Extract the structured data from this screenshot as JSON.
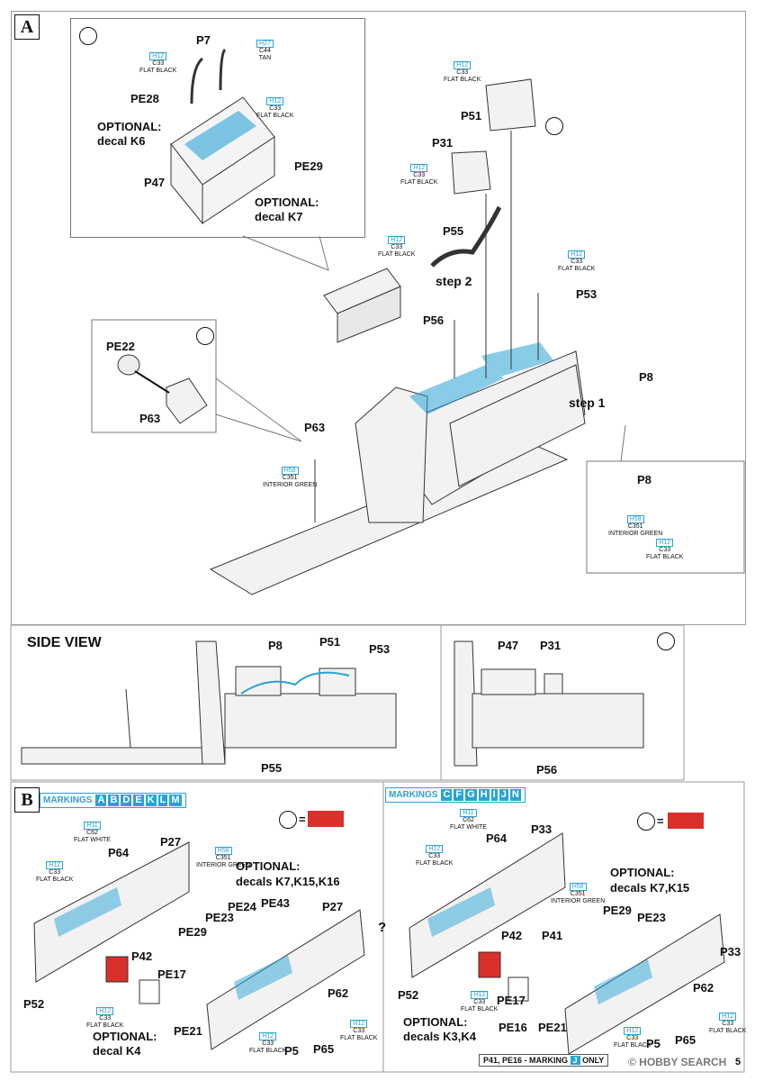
{
  "section_a": {
    "badge": "A",
    "inset": {
      "p7": "P7",
      "pe28": "PE28",
      "optional_k6": [
        "OPTIONAL:",
        "decal K6"
      ],
      "p47": "P47",
      "pe29": "PE29",
      "optional_k7": [
        "OPTIONAL:",
        "decal K7"
      ],
      "paint_h12_a": {
        "code": "H12",
        "c": "C33",
        "name": "FLAT BLACK"
      },
      "paint_h27": {
        "code": "H27",
        "c": "C44",
        "name": "TAN"
      },
      "paint_h12_b": {
        "code": "H12",
        "c": "C33",
        "name": "FLAT BLACK"
      }
    },
    "labels": {
      "p51": "P51",
      "p31": "P31",
      "p55": "P55",
      "step2": "step 2",
      "p53": "P53",
      "p56": "P56",
      "pe22": "PE22",
      "p63_inset": "P63",
      "p8_top": "P8",
      "step1": "step 1",
      "p63": "P63",
      "p8_inset": "P8"
    },
    "paints": {
      "p51": {
        "code": "H12",
        "c": "C33",
        "name": "FLAT BLACK"
      },
      "p31": {
        "code": "H12",
        "c": "C33",
        "name": "FLAT BLACK"
      },
      "p55": {
        "code": "H12",
        "c": "C33",
        "name": "FLAT BLACK"
      },
      "p53": {
        "code": "H12",
        "c": "C33",
        "name": "FLAT BLACK"
      },
      "p63": {
        "code": "H58",
        "c": "C351",
        "name": "INTERIOR GREEN"
      },
      "p8_green": {
        "code": "H58",
        "c": "C351",
        "name": "INTERIOR GREEN"
      },
      "p8_black": {
        "code": "H12",
        "c": "C33",
        "name": "FLAT BLACK"
      }
    }
  },
  "side_view": {
    "title": "SIDE VIEW",
    "left": {
      "p8": "P8",
      "p51": "P51",
      "p53": "P53",
      "p55": "P55"
    },
    "right": {
      "p47": "P47",
      "p31": "P31",
      "p56": "P56"
    }
  },
  "section_b": {
    "badge": "B",
    "left": {
      "markings_label": "MARKINGS",
      "markings": [
        "A",
        "B",
        "D",
        "E",
        "K",
        "L",
        "M"
      ],
      "p64": "P64",
      "p27_a": "P27",
      "p27_b": "P27",
      "optional": [
        "OPTIONAL:",
        "decals K7,K15,K16"
      ],
      "pe23": "PE23",
      "pe24": "PE24",
      "pe43": "PE43",
      "pe29": "PE29",
      "p42": "P42",
      "pe17": "PE17",
      "p52": "P52",
      "p62": "P62",
      "pe21": "PE21",
      "p5": "P5",
      "p65": "P65",
      "optional_k4": [
        "OPTIONAL:",
        "decal K4"
      ],
      "paint_h11": {
        "code": "H11",
        "c": "C62",
        "name": "FLAT WHITE"
      },
      "paint_h12_a": {
        "code": "H12",
        "c": "C33",
        "name": "FLAT BLACK"
      },
      "paint_h58": {
        "code": "H58",
        "c": "C351",
        "name": "INTERIOR GREEN"
      },
      "paint_h12_b": {
        "code": "H12",
        "c": "C33",
        "name": "FLAT BLACK"
      },
      "paint_h12_c": {
        "code": "H12",
        "c": "C33",
        "name": "FLAT BLACK"
      },
      "paint_h12_d": {
        "code": "H12",
        "c": "C33",
        "name": "FLAT BLACK"
      },
      "equals": "="
    },
    "right": {
      "markings_label": "MARKINGS",
      "markings": [
        "C",
        "F",
        "G",
        "H",
        "I",
        "J",
        "N"
      ],
      "p64": "P64",
      "p33_a": "P33",
      "p33_b": "P33",
      "optional": [
        "OPTIONAL:",
        "decals K7,K15"
      ],
      "pe29": "PE29",
      "pe23": "PE23",
      "p42": "P42",
      "p41": "P41",
      "pe17": "PE17",
      "pe16": "PE16",
      "p52": "P52",
      "p62": "P62",
      "pe21": "PE21",
      "p5": "P5",
      "p65": "P65",
      "optional_k3": [
        "OPTIONAL:",
        "decals K3,K4"
      ],
      "note_prefix": "P41, PE16 - MARKING",
      "note_marking": "J",
      "note_suffix": "ONLY",
      "paint_h11": {
        "code": "H11",
        "c": "C62",
        "name": "FLAT WHITE"
      },
      "paint_h12_a": {
        "code": "H12",
        "c": "C33",
        "name": "FLAT BLACK"
      },
      "paint_h58": {
        "code": "H58",
        "c": "C351",
        "name": "INTERIOR GREEN"
      },
      "paint_h12_b": {
        "code": "H12",
        "c": "C33",
        "name": "FLAT BLACK"
      },
      "paint_h12_c": {
        "code": "H12",
        "c": "C33",
        "name": "FLAT BLACK"
      },
      "paint_h12_d": {
        "code": "H12",
        "c": "C33",
        "name": "FLAT BLACK"
      },
      "equals": "="
    },
    "question": "?"
  },
  "footer": {
    "watermark": "© HOBBY SEARCH",
    "page": "5"
  },
  "colors": {
    "accent": "#29a3d6",
    "red": "#d9302b"
  }
}
